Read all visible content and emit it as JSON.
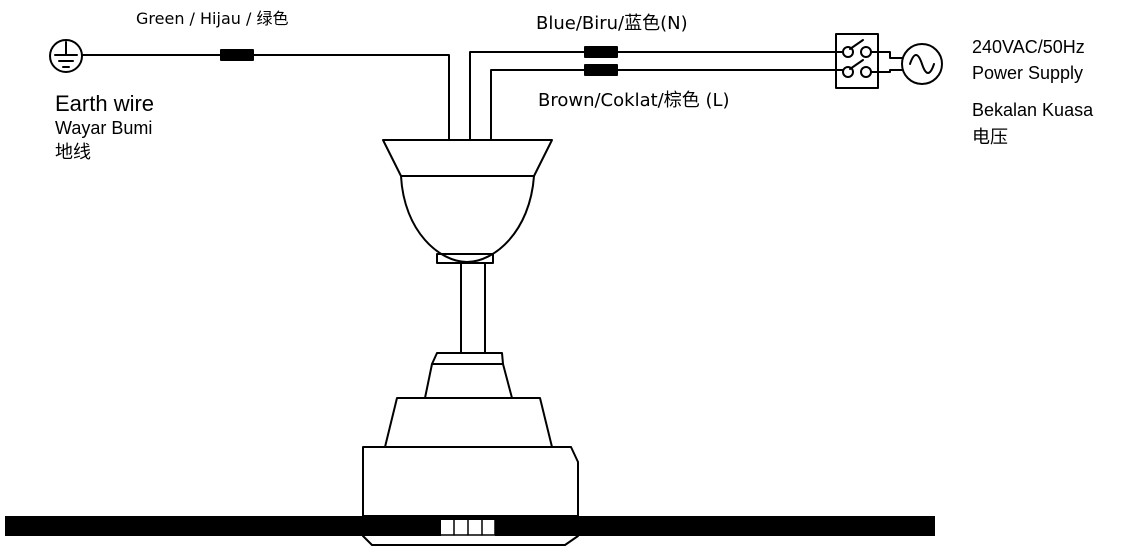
{
  "earth": {
    "wire_label": "Green / Hijau / 绿色",
    "title_en": "Earth wire",
    "title_ms": "Wayar Bumi",
    "title_zh": "地线"
  },
  "neutral": {
    "wire_label": "Blue/Biru/蓝色(N)"
  },
  "live": {
    "wire_label": "Brown/Coklat/棕色 (L)"
  },
  "power": {
    "rating": "240VAC/50Hz",
    "title_en": "Power Supply",
    "title_ms": "Bekalan Kuasa",
    "title_zh": "电压"
  },
  "colors": {
    "line": "#000000",
    "background": "#ffffff"
  },
  "icons": [
    "earth-ground-icon",
    "terminal-block-icon",
    "ac-source-icon",
    "wire-connector-icon"
  ]
}
